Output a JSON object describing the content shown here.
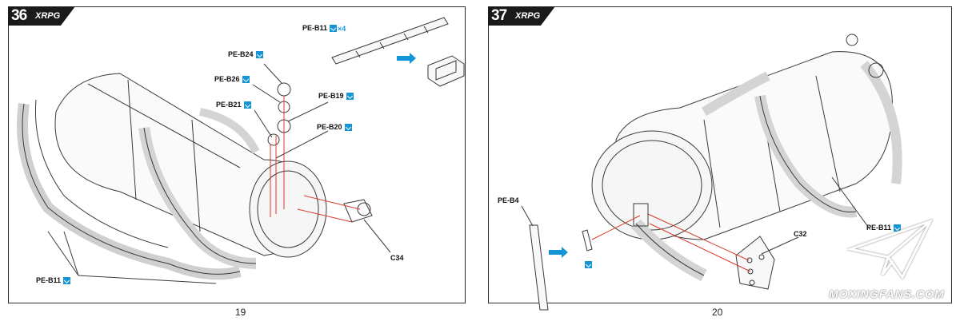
{
  "left_page": {
    "step": "36",
    "brand": "XRPG",
    "page_number": "19",
    "labels": {
      "pe_b11_top": "PE-B11",
      "pe_b11_top_qty": "×4",
      "pe_b24": "PE-B24",
      "pe_b26": "PE-B26",
      "pe_b21": "PE-B21",
      "pe_b19": "PE-B19",
      "pe_b20": "PE-B20",
      "c34": "C34",
      "pe_b11_bottom": "PE-B11"
    }
  },
  "right_page": {
    "step": "37",
    "brand": "XRPG",
    "page_number": "20",
    "labels": {
      "pe_b4": "PE-B4",
      "c32": "C32",
      "pe_b11": "PE-B11"
    }
  },
  "watermark": "MOXINGFANS.COM",
  "colors": {
    "accent_blue": "#1496d6",
    "leader_red": "#d83a2a",
    "line_art": "#3a3a3a",
    "tab_dark": "#1a1a1a"
  }
}
